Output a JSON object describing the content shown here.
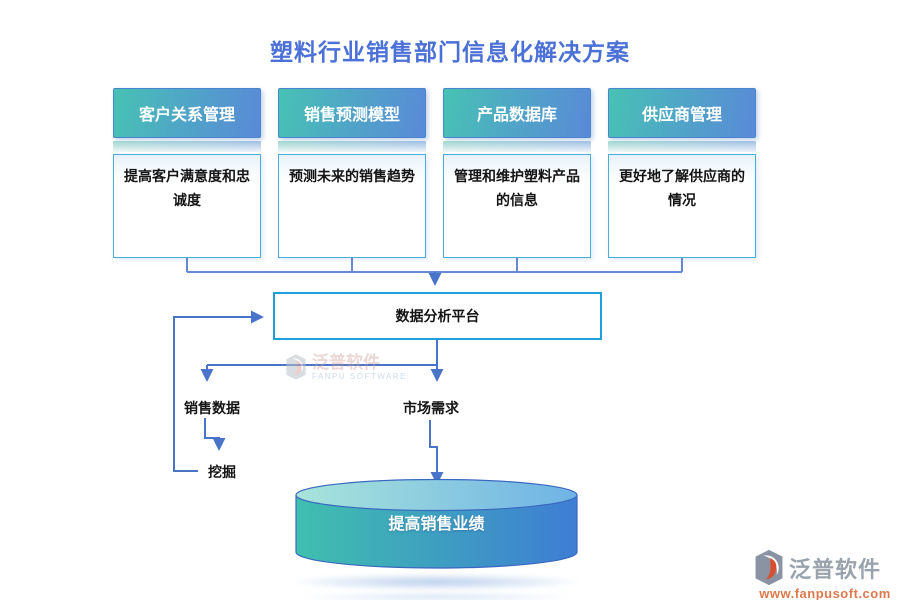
{
  "title": "塑料行业销售部门信息化解决方案",
  "modules": [
    {
      "name": "客户关系管理",
      "description": "提高客户满意度和忠诚度"
    },
    {
      "name": "销售预测模型",
      "description": "预测未来的销售趋势"
    },
    {
      "name": "产品数据库",
      "description": "管理和维护塑料产品的信息"
    },
    {
      "name": "供应商管理",
      "description": "更好地了解供应商的情况"
    }
  ],
  "platform": {
    "label": "数据分析平台"
  },
  "flow": {
    "sales_data": "销售数据",
    "market_demand": "市场需求",
    "mining": "挖掘"
  },
  "goal": {
    "label": "提高销售业绩"
  },
  "watermark_center": {
    "brand": "泛普软件",
    "brand_en": "FANPU SOFTWARE"
  },
  "watermark_corner": {
    "brand": "泛普软件",
    "url": "www.fanpusoft.com"
  },
  "colors": {
    "title": "#4b70d8",
    "header_gradient_start": "#47c2b4",
    "header_gradient_end": "#598ad7",
    "module_border": "#46addc",
    "platform_border": "#1f9fda",
    "connector": "#4a74ca",
    "cylinder_gradient_start": "#3fc0ae",
    "cylinder_gradient_end": "#3e7dd4",
    "watermark_url": "#dd7a4d"
  }
}
